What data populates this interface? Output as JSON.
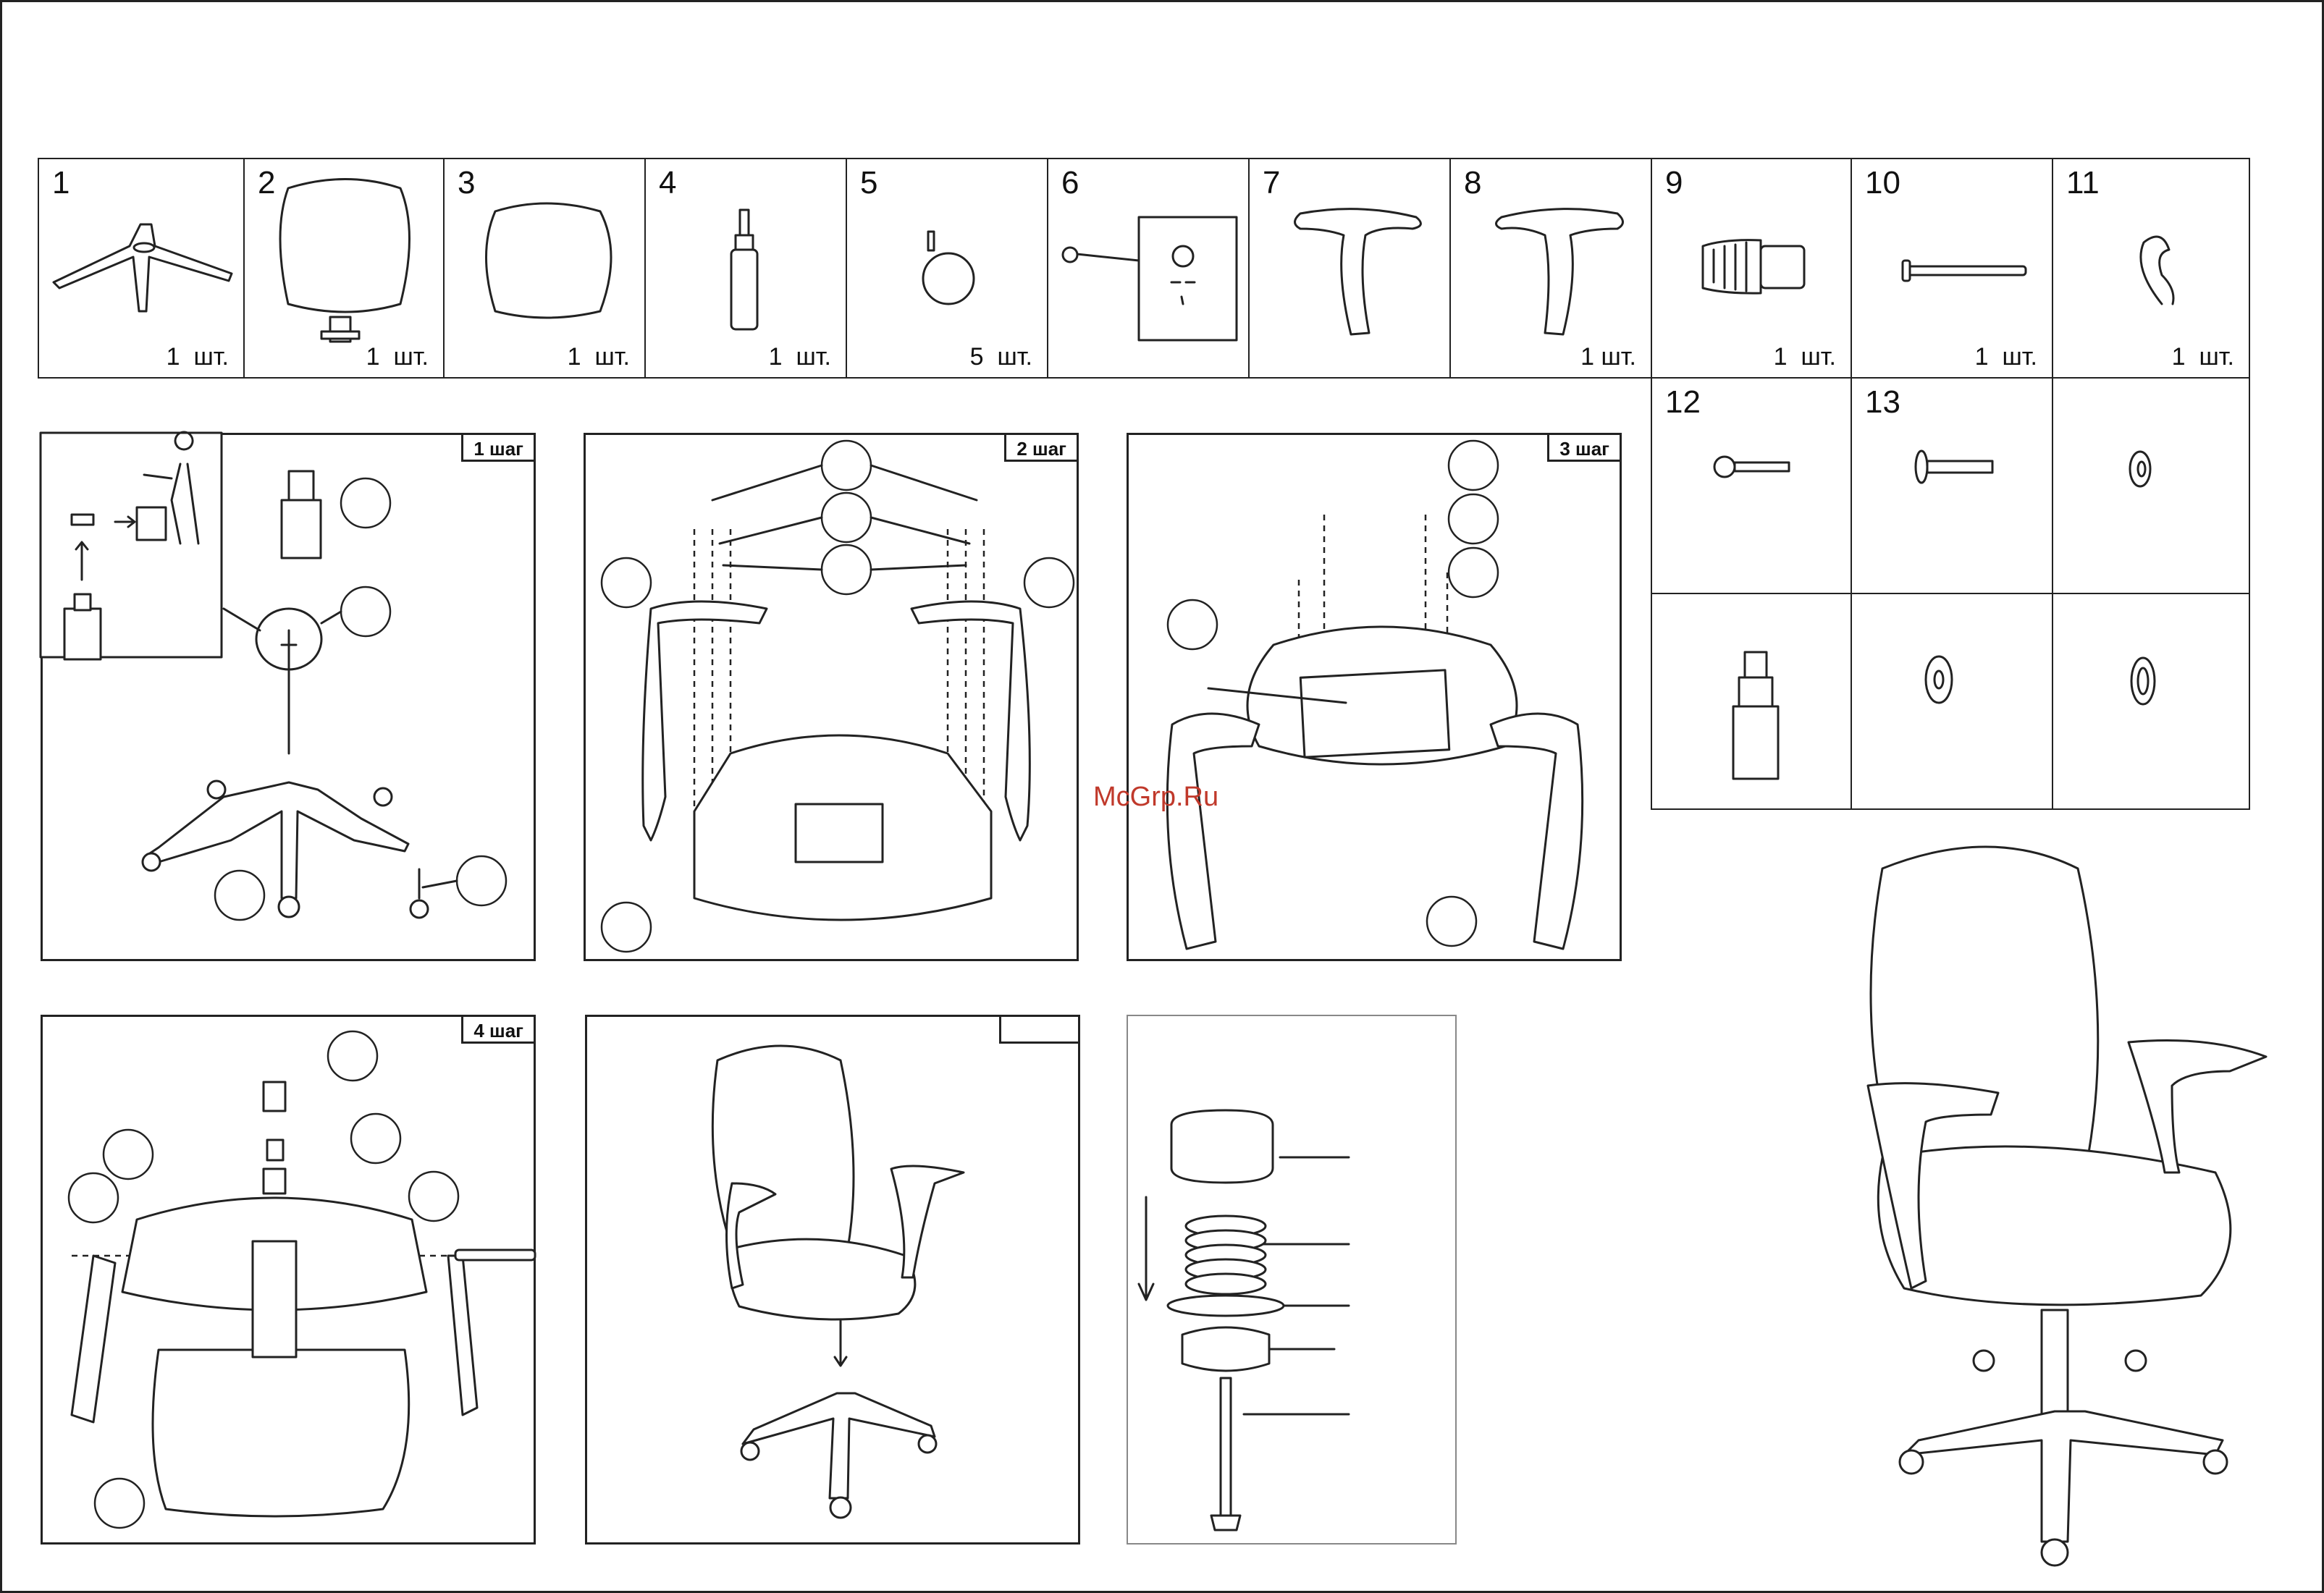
{
  "watermark": "McGrp.Ru",
  "parts": [
    {
      "number": "1",
      "qty": "1  шт."
    },
    {
      "number": "2",
      "qty": "1  шт."
    },
    {
      "number": "3",
      "qty": "1  шт."
    },
    {
      "number": "4",
      "qty": "1  шт."
    },
    {
      "number": "5",
      "qty": "5  шт."
    },
    {
      "number": "6",
      "qty": ""
    },
    {
      "number": "7",
      "qty": ""
    },
    {
      "number": "8",
      "qty": "1 шт."
    },
    {
      "number": "9",
      "qty": "1  шт."
    },
    {
      "number": "10",
      "qty": "1  шт."
    },
    {
      "number": "11",
      "qty": "1  шт."
    },
    {
      "number": "12",
      "qty": ""
    },
    {
      "number": "13",
      "qty": ""
    }
  ],
  "steps": {
    "step1": "1 шаг",
    "step2": "2 шаг",
    "step3": "3 шаг",
    "step4": "4 шаг",
    "step5": ""
  }
}
